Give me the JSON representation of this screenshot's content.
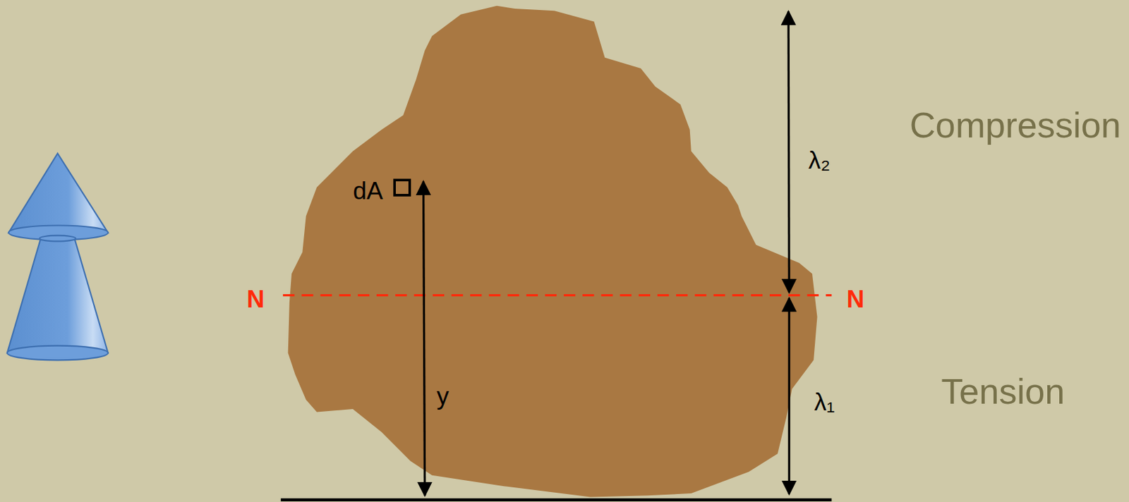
{
  "diagram": {
    "labels": [
      "Compression",
      "λ₂",
      "dA",
      "N",
      "N",
      "λ₁",
      "y",
      "Tension"
    ]
  }
}
